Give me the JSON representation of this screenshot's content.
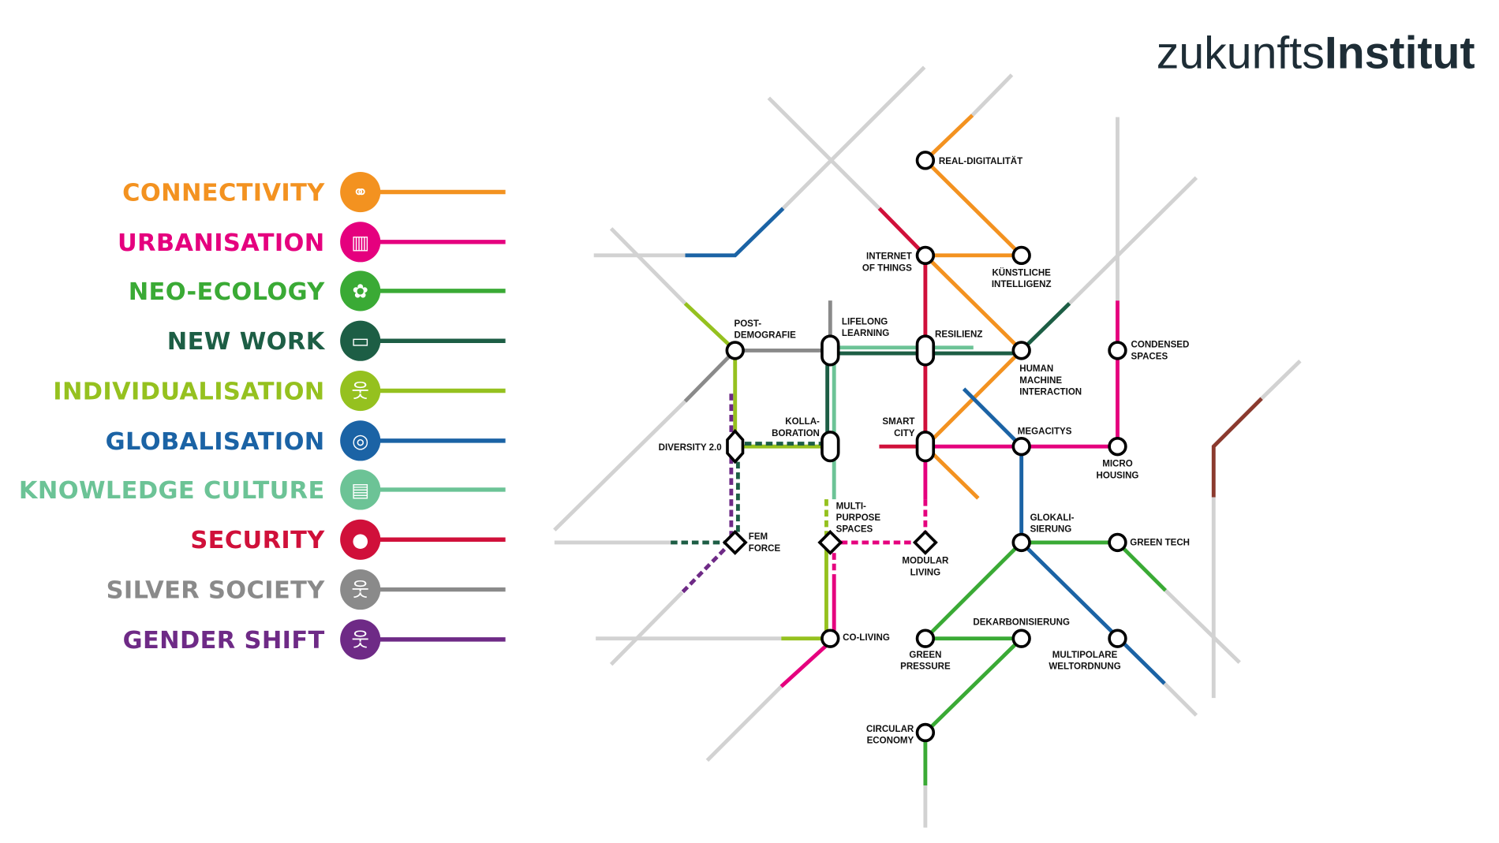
{
  "logo": {
    "part1": "zukunfts",
    "part2": "Institut"
  },
  "legend": [
    {
      "label": "CONNECTIVITY",
      "color": "#f39220",
      "icon": "network-icon",
      "glyph": "⚭"
    },
    {
      "label": "URBANISATION",
      "color": "#e5007e",
      "icon": "buildings-icon",
      "glyph": "▥"
    },
    {
      "label": "NEO-ECOLOGY",
      "color": "#3aaa35",
      "icon": "plant-icon",
      "glyph": "✿"
    },
    {
      "label": "NEW WORK",
      "color": "#1d5e45",
      "icon": "laptop-icon",
      "glyph": "▭"
    },
    {
      "label": "INDIVIDUALISATION",
      "color": "#95c11f",
      "icon": "person-icon",
      "glyph": "웃"
    },
    {
      "label": "GLOBALISATION",
      "color": "#1b63a5",
      "icon": "globe-icon",
      "glyph": "◎"
    },
    {
      "label": "KNOWLEDGE CULTURE",
      "color": "#6cc396",
      "icon": "book-icon",
      "glyph": "▤"
    },
    {
      "label": "SECURITY",
      "color": "#d0103a",
      "icon": "keyhole-icon",
      "glyph": "●"
    },
    {
      "label": "SILVER SOCIETY",
      "color": "#8a8a8a",
      "icon": "elderly-person-icon",
      "glyph": "웃"
    },
    {
      "label": "GENDER SHIFT",
      "color": "#6e2a86",
      "icon": "person-icon",
      "glyph": "웃"
    }
  ],
  "stations": [
    [
      "REAL-DIGITALITÄT"
    ],
    [
      "INTERNET",
      "OF THINGS"
    ],
    [
      "KÜNSTLICHE",
      "INTELLIGENZ"
    ],
    [
      "POST-",
      "DEMOGRAFIE"
    ],
    [
      "LIFELONG",
      "LEARNING"
    ],
    [
      "RESILIENZ"
    ],
    [
      "HUMAN",
      "MACHINE",
      "INTERACTION"
    ],
    [
      "CONDENSED",
      "SPACES"
    ],
    [
      "DIVERSITY 2.0"
    ],
    [
      "KOLLA-",
      "BORATION"
    ],
    [
      "SMART",
      "CITY"
    ],
    [
      "MEGACITYS"
    ],
    [
      "MICRO",
      "HOUSING"
    ],
    [
      "MULTI-",
      "PURPOSE",
      "SPACES"
    ],
    [
      "FEM",
      "FORCE"
    ],
    [
      "MODULAR",
      "LIVING"
    ],
    [
      "GLOKALI-",
      "SIERUNG"
    ],
    [
      "GREEN TECH"
    ],
    [
      "CO-LIVING"
    ],
    [
      "GREEN",
      "PRESSURE"
    ],
    [
      "DEKARBONISIERUNG"
    ],
    [
      "MULTIPOLARE",
      "WELTORDNUNG"
    ],
    [
      "CIRCULAR",
      "ECONOMY"
    ]
  ]
}
